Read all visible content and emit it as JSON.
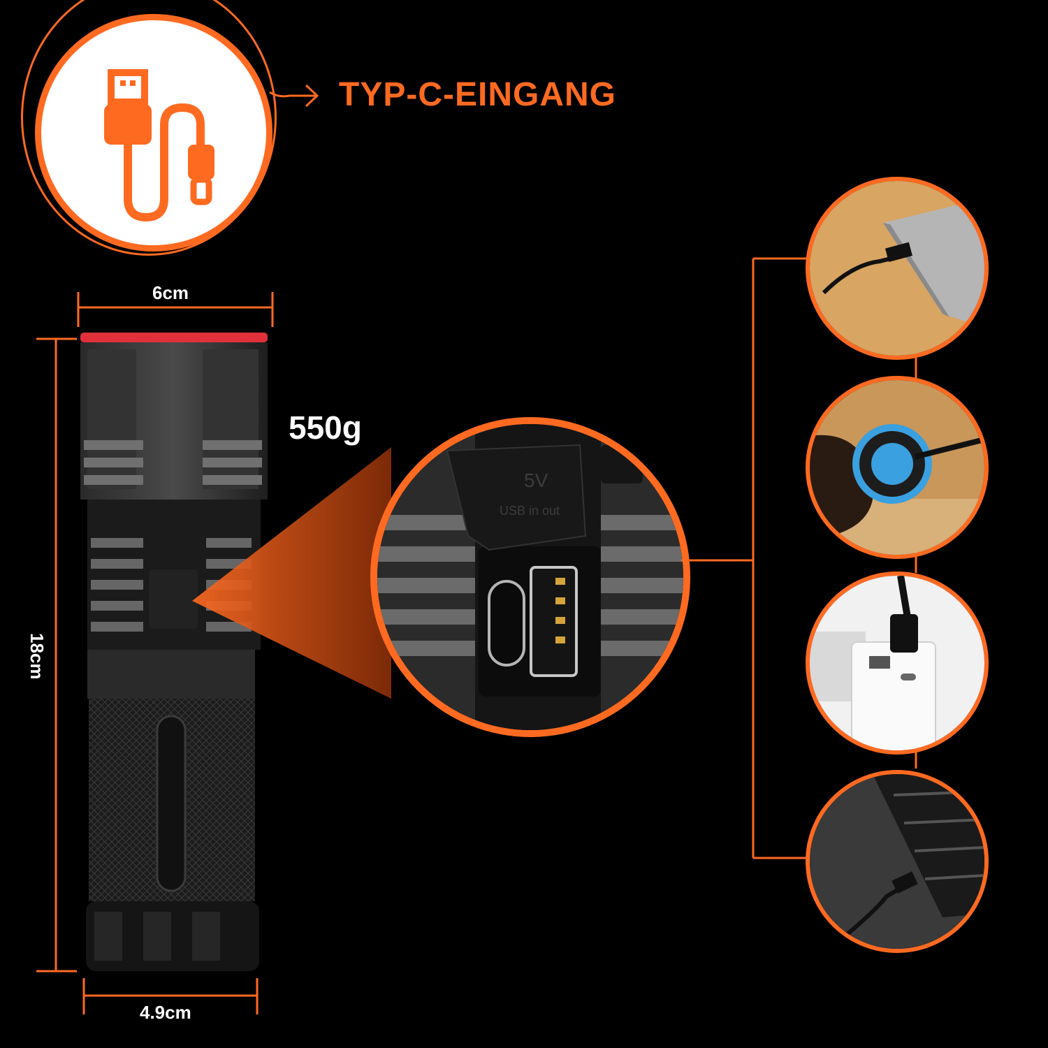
{
  "header": {
    "title": "TYP-C-EINGANG",
    "icon": "usb-cable-icon"
  },
  "dimensions": {
    "width_top": "6cm",
    "height": "18cm",
    "width_bottom": "4.9cm",
    "weight": "550g"
  },
  "port_closeup": {
    "cover_text_voltage": "5V",
    "cover_text_usb": "USB in out",
    "ports": [
      "usb-c-port",
      "usb-a-port"
    ]
  },
  "usage_scenes": [
    {
      "name": "laptop-charging-scene"
    },
    {
      "name": "car-charger-scene"
    },
    {
      "name": "wall-adapter-scene"
    },
    {
      "name": "powerbank-scene"
    }
  ],
  "colors": {
    "accent": "#ff6a21",
    "background": "#000000",
    "text": "#ffffff"
  }
}
